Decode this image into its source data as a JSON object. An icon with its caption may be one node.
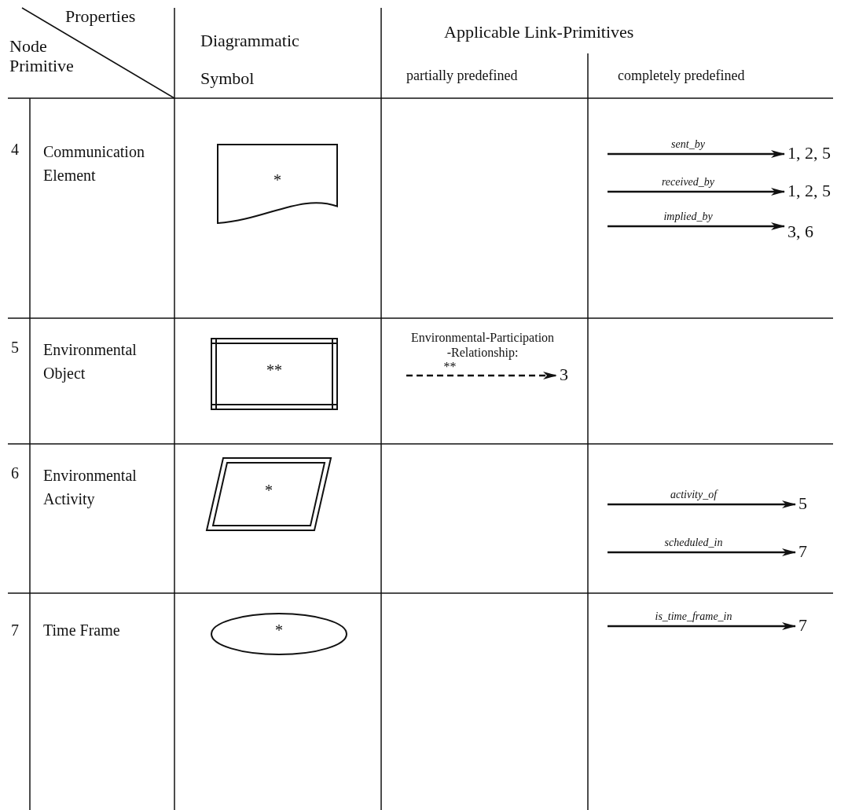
{
  "diagram": {
    "nodes": [
      {
        "text": [
          "*"
        ]
      },
      {
        "text": [
          "1, 2, 5"
        ]
      },
      {
        "text": [
          "1, 2, 5"
        ]
      },
      {
        "text": [
          "3, 6"
        ]
      },
      {
        "text": [
          "**"
        ]
      },
      {
        "text": [
          "3"
        ]
      },
      {
        "text": [
          "*"
        ]
      },
      {
        "text": [
          "5"
        ]
      },
      {
        "text": [
          "7"
        ]
      },
      {
        "text": [
          "*"
        ]
      },
      {
        "text": [
          "7"
        ]
      }
    ],
    "edges": [
      {
        "from": null,
        "to": 1,
        "arrow": "to",
        "label": "sent_by"
      },
      {
        "from": null,
        "to": 2,
        "arrow": "to",
        "label": "received_by"
      },
      {
        "from": null,
        "to": 3,
        "arrow": "to",
        "label": "implied_by"
      },
      {
        "from": null,
        "to": 5,
        "arrow": "to",
        "label": "**",
        "style": "dashed"
      },
      {
        "from": null,
        "to": 7,
        "arrow": "to",
        "label": "activity_of"
      },
      {
        "from": null,
        "to": 8,
        "arrow": "to",
        "label": "scheduled_in"
      },
      {
        "from": null,
        "to": 10,
        "arrow": "to",
        "label": "is_time_frame_in"
      }
    ],
    "labels": [
      "Properties",
      "Node Primitive",
      "Diagrammatic Symbol",
      "Applicable Link-Primitives",
      "partially predefined",
      "completely predefined",
      "4",
      "Communication Element",
      "5",
      "Environmental Object",
      "Environmental-Participation -Relationship:",
      "6",
      "Environmental Activity",
      "7",
      "Time Frame"
    ]
  }
}
